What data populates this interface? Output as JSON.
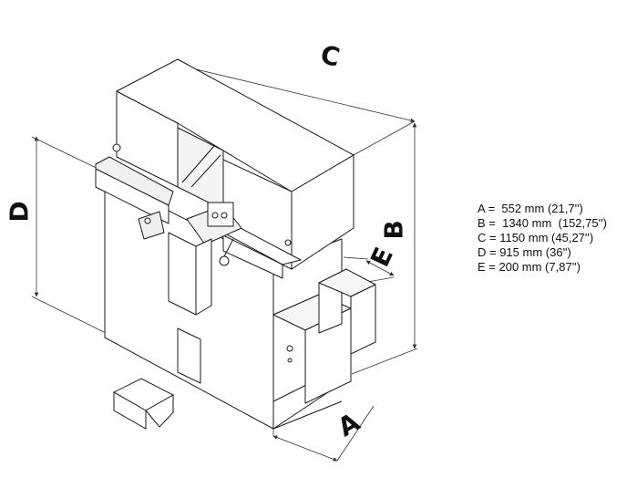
{
  "diagram": {
    "labels": {
      "a": "A",
      "b": "B",
      "c": "C",
      "d": "D",
      "e": "E"
    },
    "legend": [
      "A =  552 mm (21,7'')",
      "B =  1340 mm  (152,75'')",
      "C = 1150 mm (45,27'')",
      "D = 915 mm (36'')",
      "E = 200 mm (7,87'')"
    ],
    "colors": {
      "line": "#1a1a1a",
      "dimension": "#333333",
      "fill": "#ffffff",
      "shade": "#e6e6e6"
    }
  }
}
